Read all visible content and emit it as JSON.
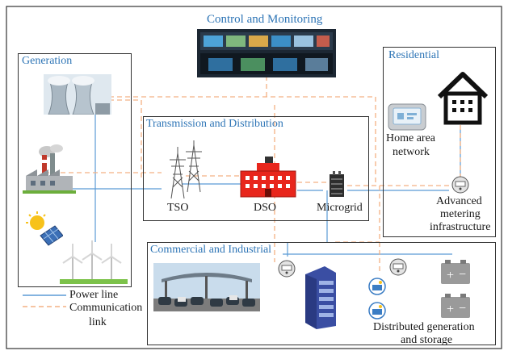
{
  "title": "Control and Monitoring",
  "sections": {
    "generation": "Generation",
    "transmission": "Transmission and Distribution",
    "residential": "Residential",
    "commercial": "Commercial and Industrial"
  },
  "nodes": {
    "tso": "TSO",
    "dso": "DSO",
    "microgrid": "Microgrid",
    "han_line1": "Home area",
    "han_line2": "network",
    "ami_line1": "Advanced",
    "ami_line2": "metering",
    "ami_line3": "infrastructure",
    "dg_line1": "Distributed generation",
    "dg_line2": "and storage"
  },
  "legend": {
    "power_line": "Power line",
    "comm_line1": "Communication",
    "comm_line2": "link"
  },
  "colors": {
    "power_line": "#5b9bd5",
    "comm_link": "#f4b183",
    "section_label": "#2e75b6",
    "building_red": "#e8261c"
  }
}
